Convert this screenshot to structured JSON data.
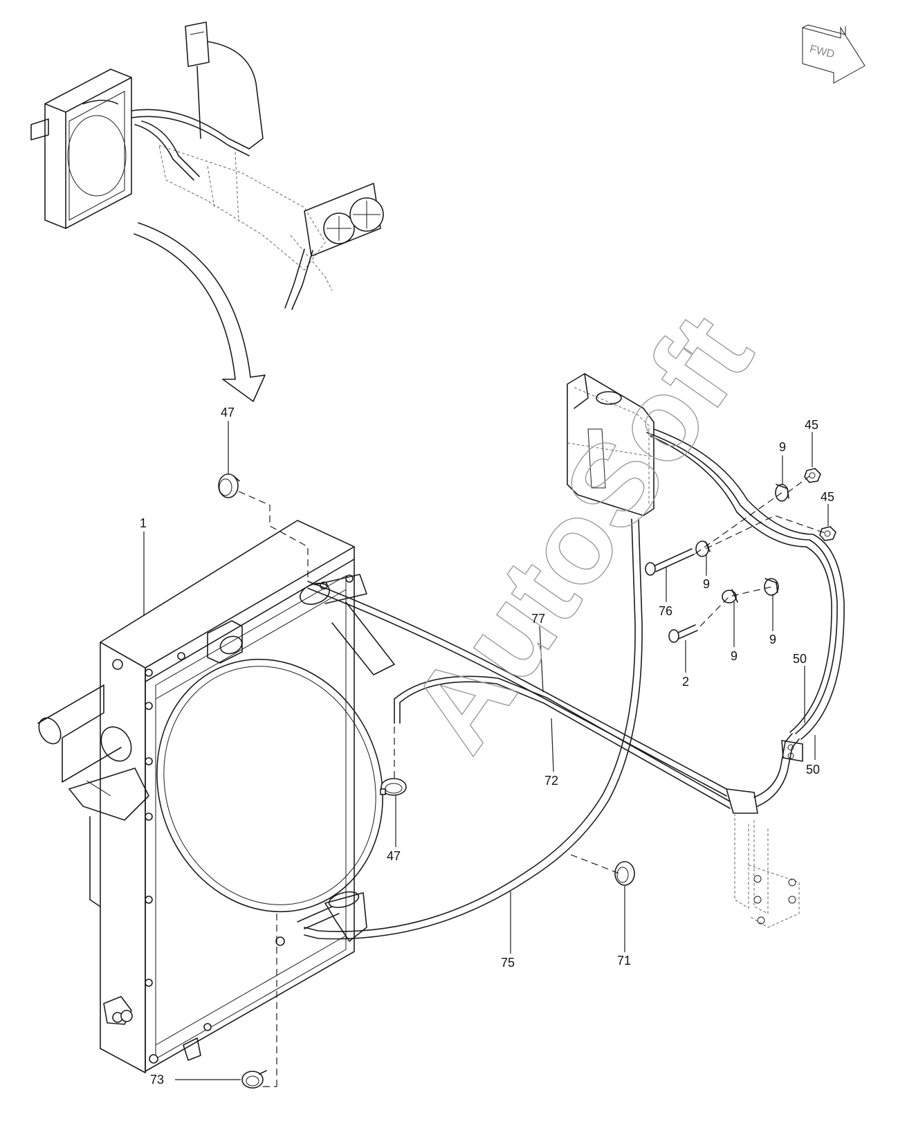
{
  "callouts": {
    "c47_top": "47",
    "c1": "1",
    "c45_a": "45",
    "c45_b": "45",
    "c9_a": "9",
    "c9_b": "9",
    "c9_c": "9",
    "c9_d": "9",
    "c76": "76",
    "c2": "2",
    "c77": "77",
    "c72": "72",
    "c50_a": "50",
    "c50_b": "50",
    "c47_mid": "47",
    "c71": "71",
    "c75": "75",
    "c73": "73"
  },
  "orientation_marker": {
    "text": "FWD",
    "icon": "fwd-arrow-icon"
  },
  "watermark": "AutoSoft",
  "colors": {
    "line": "#1a1a1a",
    "background": "#ffffff",
    "watermark": "#9a9a9a"
  }
}
